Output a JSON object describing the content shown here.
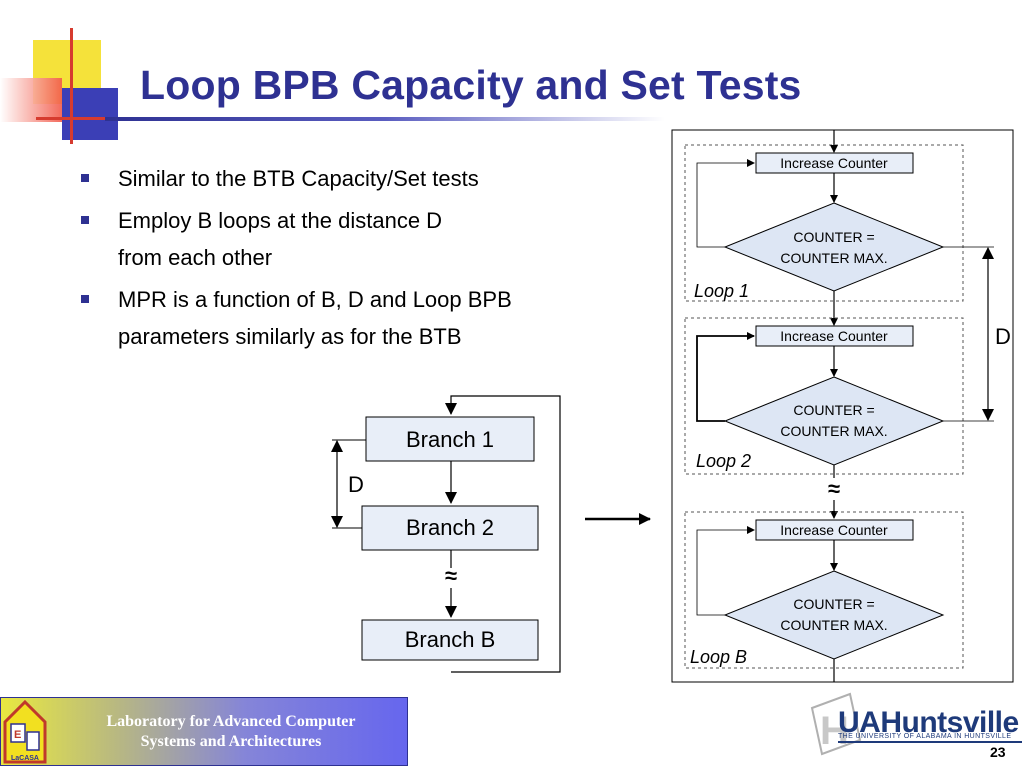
{
  "slide": {
    "title": "Loop BPB Capacity and Set Tests",
    "bullets": [
      {
        "lines": [
          "Similar to the BTB Capacity/Set tests"
        ]
      },
      {
        "lines": [
          "Employ B loops at the distance D",
          "from each other"
        ]
      },
      {
        "lines": [
          "MPR is a function of B, D and Loop BPB",
          "parameters similarly as for the BTB"
        ]
      }
    ],
    "page_number": "23"
  },
  "left_diagram": {
    "branch1": "Branch 1",
    "branch2": "Branch 2",
    "branchB": "Branch B",
    "distance_label": "D",
    "gap_symbol": "≈"
  },
  "right_diagram": {
    "loops": [
      {
        "label": "Loop 1",
        "step": "Increase Counter",
        "cond_line1": "COUNTER =",
        "cond_line2": "COUNTER MAX."
      },
      {
        "label": "Loop 2",
        "step": "Increase Counter",
        "cond_line1": "COUNTER =",
        "cond_line2": "COUNTER MAX."
      },
      {
        "label": "Loop B",
        "step": "Increase Counter",
        "cond_line1": "COUNTER =",
        "cond_line2": "COUNTER MAX."
      }
    ],
    "distance_label": "D",
    "gap_symbol": "≈"
  },
  "footer": {
    "lab_line1": "Laboratory for Advanced Computer",
    "lab_line2": "Systems and Architectures",
    "logo_text": "LaCASA",
    "university_name": "UAHuntsville",
    "university_sub": "THE UNIVERSITY OF ALABAMA IN HUNTSVILLE"
  },
  "colors": {
    "title": "#2e3192",
    "box_fill": "#e8eef8",
    "decision_fill": "#dde6f4",
    "footer_gradient_start": "#e8e840",
    "footer_gradient_end": "#6666ee"
  }
}
